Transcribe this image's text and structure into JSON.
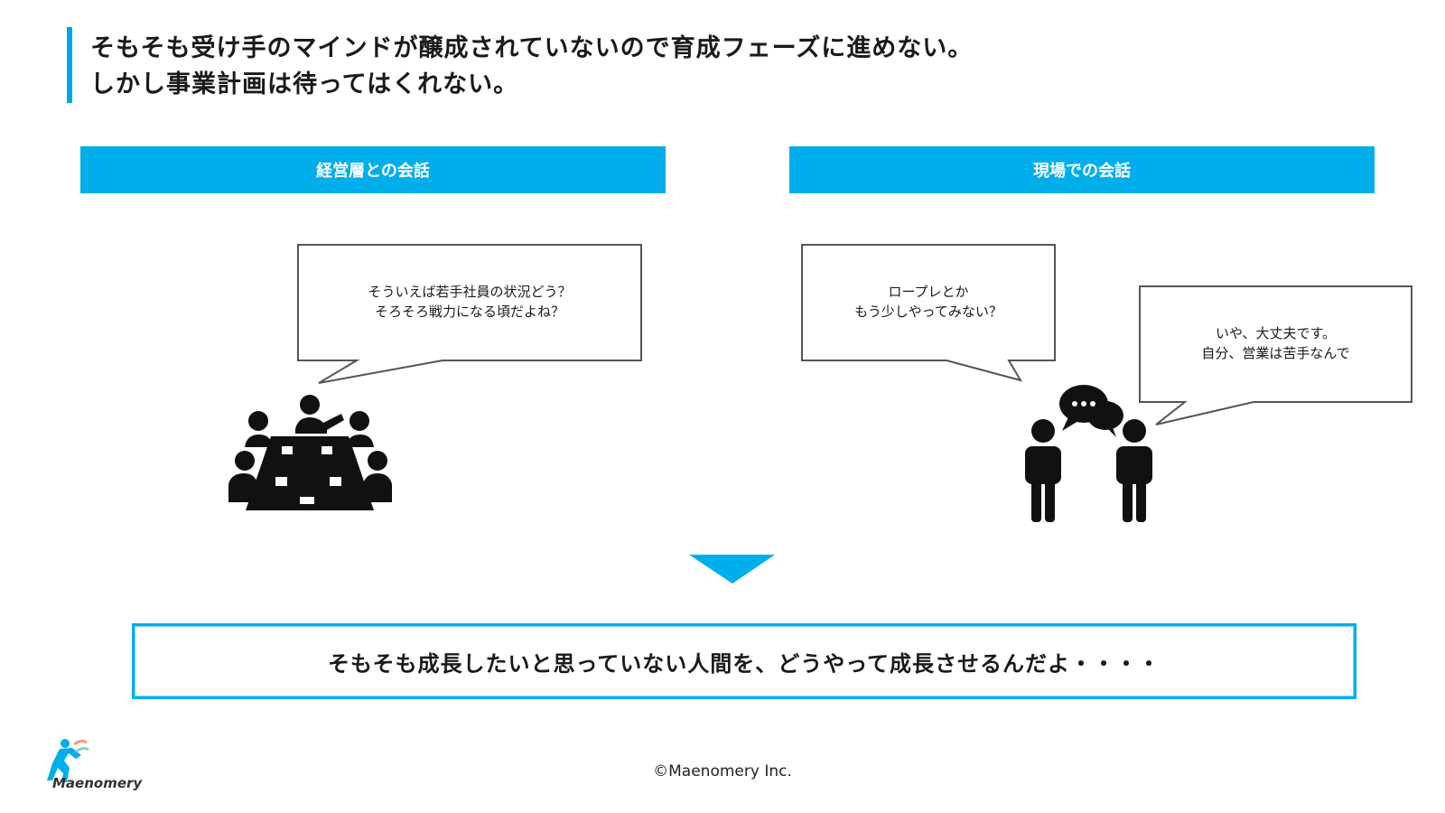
{
  "title": {
    "line1": "そもそも受け手のマインドが醸成されていないので育成フェーズに進めない。",
    "line2": "しかし事業計画は待ってはくれない。"
  },
  "sections": {
    "left": {
      "label": "経営層との会話"
    },
    "right": {
      "label": "現場での会話"
    }
  },
  "bubbles": {
    "executive": {
      "line1": "そういえば若手社員の状況どう？",
      "line2": "そろそろ戦力になる頃だよね？"
    },
    "field_question": {
      "line1": "ロープレとか",
      "line2": "もう少しやってみない？"
    },
    "field_answer": {
      "line1": "いや、大丈夫です。",
      "line2": "自分、営業は苦手なんで"
    }
  },
  "conclusion": "そもそも成長したいと思っていない人間を、どうやって成長させるんだよ・・・・",
  "footer": {
    "copyright": "©Maenomery Inc.",
    "logo_text": "Maenomery"
  },
  "colors": {
    "accent": "#00aeeb",
    "text": "#1a1a1a",
    "icon": "#111111"
  },
  "icons": [
    "meeting-table-icon",
    "two-people-talking-icon",
    "speech-bubbles-icon",
    "down-arrow-icon",
    "runner-logo-icon"
  ]
}
